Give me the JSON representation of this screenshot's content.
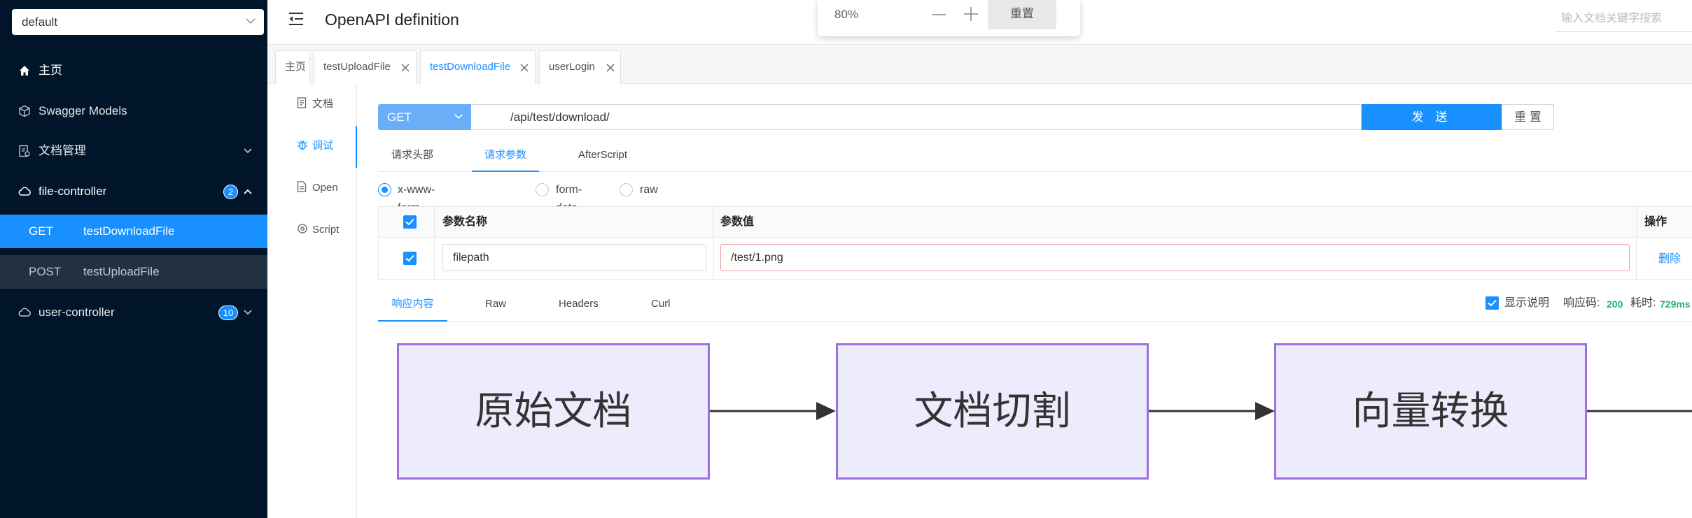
{
  "sidebar": {
    "group_select": "default",
    "items": [
      {
        "label": "主页"
      },
      {
        "label": "Swagger Models"
      },
      {
        "label": "文档管理"
      },
      {
        "label": "file-controller",
        "badge": "2"
      },
      {
        "label": "user-controller",
        "badge": "10"
      }
    ],
    "file_controller_ops": [
      {
        "method": "GET",
        "path": "testDownloadFile"
      },
      {
        "method": "POST",
        "path": "testUploadFile"
      }
    ]
  },
  "header": {
    "title": "OpenAPI definition",
    "zoom": {
      "value": "80%",
      "reset_label": "重置"
    },
    "search_placeholder": "输入文档关键字搜索"
  },
  "tabs": [
    {
      "label": "主页"
    },
    {
      "label": "testUploadFile"
    },
    {
      "label": "testDownloadFile"
    },
    {
      "label": "userLogin"
    }
  ],
  "mini_tabs": [
    {
      "label": "文档"
    },
    {
      "label": "调试"
    },
    {
      "label": "Open"
    },
    {
      "label": "Script"
    }
  ],
  "request": {
    "method": "GET",
    "url": "/api/test/download/",
    "send_label": "发 送",
    "reset_label": "重 置"
  },
  "request_tabs": [
    {
      "label": "请求头部"
    },
    {
      "label": "请求参数"
    },
    {
      "label": "AfterScript"
    }
  ],
  "body_types": [
    {
      "label": "x-www-form-urlencoded"
    },
    {
      "label": "form-data"
    },
    {
      "label": "raw"
    }
  ],
  "params": {
    "headers": {
      "name": "参数名称",
      "value": "参数值",
      "op": "操作"
    },
    "rows": [
      {
        "name": "filepath",
        "value": "/test/1.png",
        "op": "删除"
      }
    ]
  },
  "response": {
    "tabs": [
      {
        "label": "响应内容"
      },
      {
        "label": "Raw"
      },
      {
        "label": "Headers"
      },
      {
        "label": "Curl"
      }
    ],
    "show_desc_label": "显示说明",
    "code_label": "响应码:",
    "code": "200",
    "time_label": "耗时:",
    "time": "729ms"
  },
  "flow": {
    "steps": [
      "原始文档",
      "文档切割",
      "向量转换"
    ]
  },
  "colors": {
    "sidebar_bg": "#001529",
    "accent": "#1890ff",
    "flow_border": "#9d6fe0",
    "flow_fill": "#ececfd",
    "success": "#23b26d"
  }
}
